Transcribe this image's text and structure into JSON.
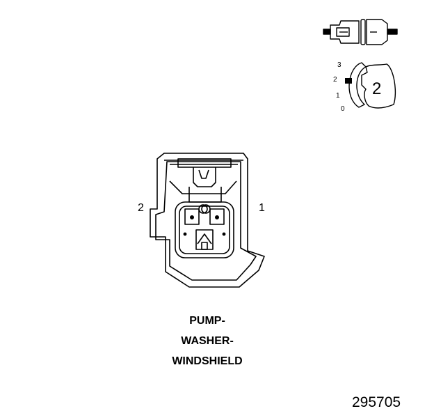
{
  "connector": {
    "pin_left_label": "2",
    "pin_right_label": "1",
    "caption_lines": [
      "PUMP-",
      "WASHER-",
      "WINDSHIELD"
    ]
  },
  "position_indicator": {
    "scale_labels": [
      "3",
      "2",
      "1",
      "0"
    ],
    "selected_digit": "2"
  },
  "figure_number": "295705"
}
